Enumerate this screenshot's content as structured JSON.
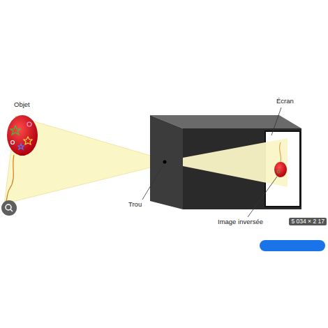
{
  "diagram": {
    "labels": [
      "Objet",
      "Écran",
      "Trou",
      "Image inversée",
      "5 034 × 2 17"
    ]
  }
}
